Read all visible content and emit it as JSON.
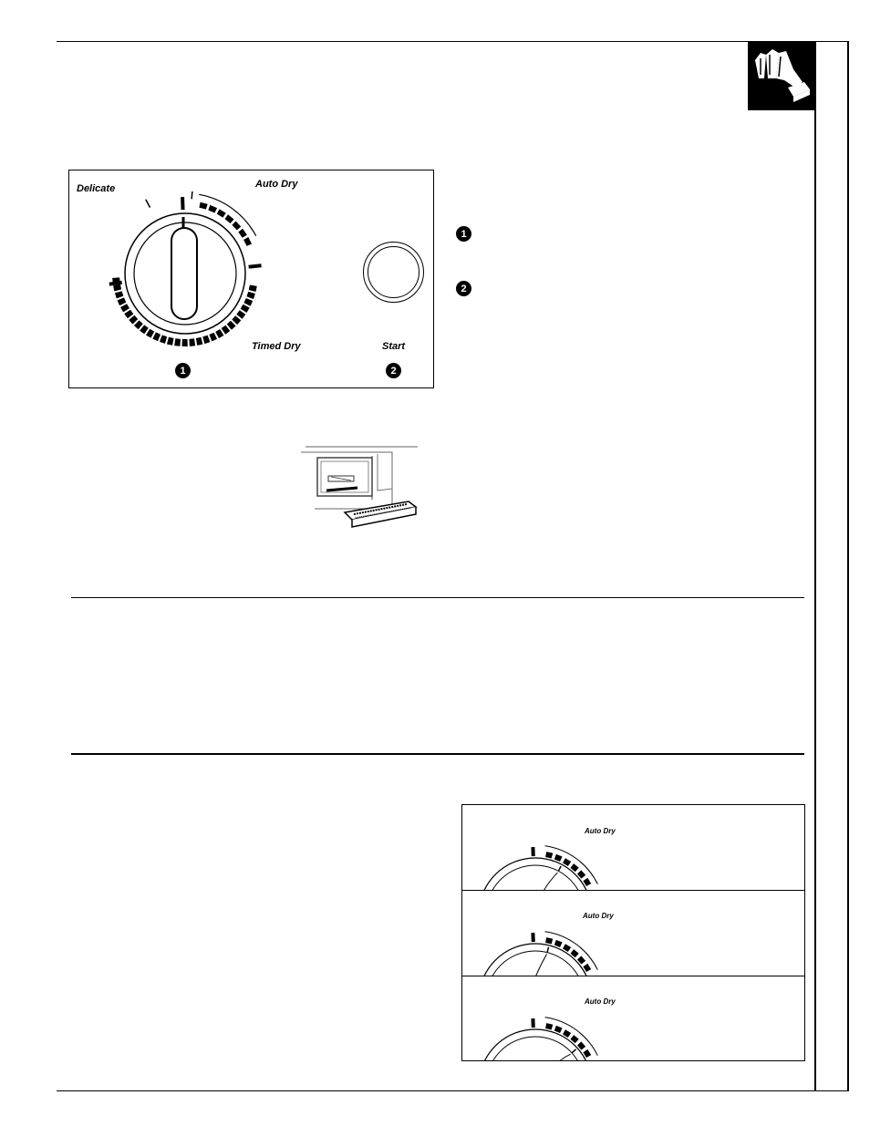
{
  "dial_panel": {
    "labels": {
      "delicate": "Delicate",
      "auto_dry": "Auto Dry",
      "timed_dry": "Timed Dry",
      "start": "Start"
    },
    "callouts": [
      "1",
      "2"
    ]
  },
  "side_callouts": [
    "1",
    "2"
  ],
  "auto_dry_panels": [
    {
      "label": "Auto Dry"
    },
    {
      "label": "Auto Dry"
    },
    {
      "label": "Auto Dry"
    }
  ]
}
